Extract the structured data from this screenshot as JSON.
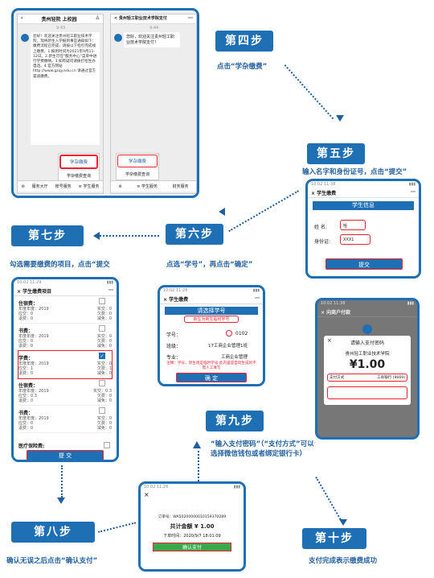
{
  "steps": {
    "s4": {
      "label": "第四步",
      "desc": "点击“学杂缴费”"
    },
    "s5": {
      "label": "第五步",
      "desc": "输入名字和身份证号，点击“提交”"
    },
    "s6": {
      "label": "第六步",
      "desc": "点选“学号”，再点击“确定”"
    },
    "s7": {
      "label": "第七步",
      "desc": "勾选需要缴费的项目，点击“提交"
    },
    "s8": {
      "label": "第八步",
      "desc": "确认无误之后点击“确认支付”"
    },
    "s9": {
      "label": "第九步",
      "desc": "“输入支付密码”（“支付方式”可以选择微信钱包或者绑定银行卡）"
    },
    "s10": {
      "label": "第十步",
      "desc": "支付完成表示缴费成功"
    }
  },
  "phone1": {
    "title": "贵州轻院 上校园",
    "time": "9:43",
    "welcome": "您好！欢迎关注贵州轻工职业技术学院，现将新生入学报到事宜通知如下：缴费流程已完成，请按以下指引完成线上缴费，1.报到时间为2021年9月11-12日。2.新生可在“服务中心”菜单中进行学费缴纳。3.如有疑问请拨打招生办电话。4.官方网站 http://www.gzqy.edu.cn 请通过官方渠道缴费。",
    "menu_item_1": "学杂缴费",
    "menu_item_2": "学杂缴费查询",
    "tab1": "服务大厅",
    "tab2": "账号服务",
    "tab3": "≡ 学生服务"
  },
  "phone2": {
    "title": "< 贵州轻工职业技术学院支付",
    "time": "9:44",
    "msg": "您好，欢迎关注贵州轻工职业技术学院支付！",
    "menu_item_1": "学杂缴费",
    "menu_item_2": "学杂缴费查询",
    "tab1": "≡ 学生服务",
    "tab2": "财务服务"
  },
  "phone5": {
    "title": "× 学生缴费",
    "header": "学生信息",
    "name_label": "姓 名:",
    "name_value": "哈",
    "id_label": "身份证:",
    "id_value": "XXX1",
    "submit": "提交"
  },
  "phone6": {
    "title": "× 学生缴费",
    "header": "请选择学号",
    "new_student": "新生为新生临时学号",
    "student_id_label": "学号：",
    "student_id_value": "0102",
    "class_label": "班级：",
    "class_value": "17工商企业管理1班",
    "major_label": "专业：",
    "major_value": "工商企业管理",
    "note": "注释：学号，新生则是临时学号 此内容是自动生成的不需人工填写",
    "confirm": "确 定"
  },
  "phone7": {
    "title": "× 学生缴费项目",
    "items": [
      {
        "name": "住宿费：",
        "year": "年度年度：2019",
        "due": "应交：0",
        "paid": "实交：0",
        "owed": "欠费：0",
        "refund": "退费：0",
        "reduce": "减免：0",
        "checked": false
      },
      {
        "name": "书费：",
        "year": "年度年度：2019",
        "due": "应交：0",
        "paid": "实交：0",
        "owed": "欠费：0",
        "refund": "退费：0",
        "reduce": "减免：0",
        "checked": false
      },
      {
        "name": "学费：",
        "year": "年度年度：2019",
        "due": "应交：1",
        "paid": "实交：0",
        "owed": "欠费：1",
        "refund": "退费：0",
        "reduce": "减免：0",
        "checked": true
      },
      {
        "name": "住宿费：",
        "year": "年度年度：2019",
        "due": "应交：0.3",
        "paid": "实交：0.3",
        "owed": "欠费：0",
        "refund": "退费：0",
        "reduce": "减免：0",
        "checked": false
      },
      {
        "name": "书费：",
        "year": "年度年度：2019",
        "due": "应交：0",
        "paid": "实交：0",
        "owed": "欠费：0",
        "refund": "退费：0",
        "reduce": "减免：0",
        "checked": false
      }
    ],
    "last_item": "医疗保险费:",
    "submit": "提 交"
  },
  "phone8": {
    "order": "订单号：WA50200000010159370289",
    "total": "共计金额 ¥ 1.00",
    "time": "下单时间：2020/9/7 18:01:09",
    "confirm": "确认支付"
  },
  "phone10": {
    "title": "× 向商户付款",
    "dialog_title": "请输入支付密码",
    "merchant": "贵州轻工职业技术学院",
    "amount": "¥1.00",
    "method": "工商银行 (9669)",
    "method_label": "支付方式"
  }
}
